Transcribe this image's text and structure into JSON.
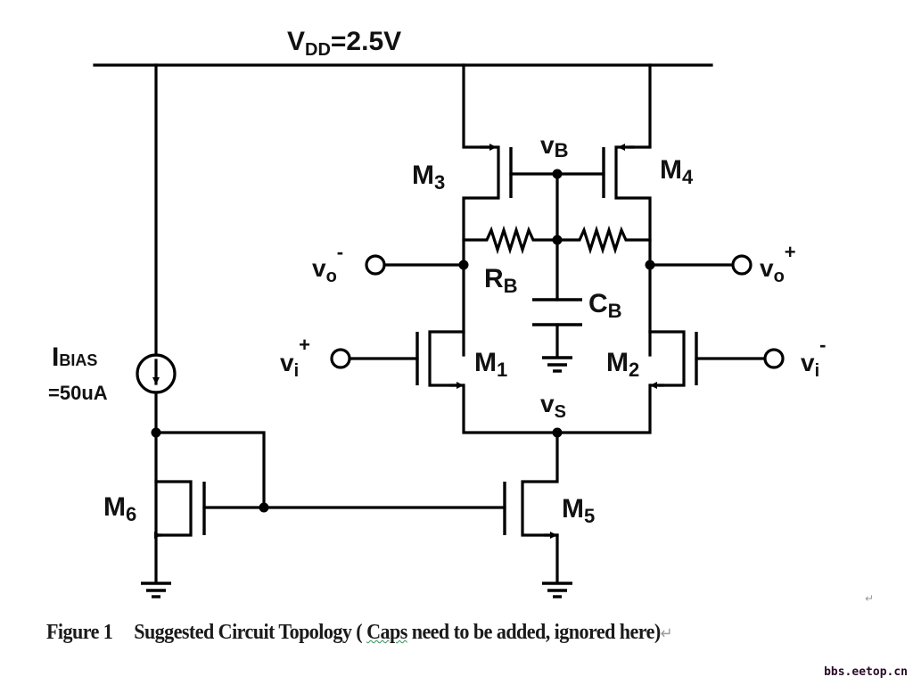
{
  "figure": {
    "caption_number": "Figure 1",
    "caption_text": "Suggested Circuit Topology",
    "caption_paren_open": " ( ",
    "caption_caps_word": "Caps",
    "caption_rest": " need to be added, ignored here)",
    "paragraph_mark": "↵",
    "watermark": "bbs.eetop.cn"
  },
  "supply": {
    "label_main": "V",
    "label_sub": "DD",
    "label_value": "=2.5V"
  },
  "bias": {
    "label_main": "I",
    "label_sub": "BIAS",
    "value": "=50uA"
  },
  "transistors": {
    "m1": {
      "main": "M",
      "sub": "1",
      "type": "NMOS"
    },
    "m2": {
      "main": "M",
      "sub": "2",
      "type": "NMOS"
    },
    "m3": {
      "main": "M",
      "sub": "3",
      "type": "PMOS"
    },
    "m4": {
      "main": "M",
      "sub": "4",
      "type": "PMOS"
    },
    "m5": {
      "main": "M",
      "sub": "5",
      "type": "NMOS"
    },
    "m6": {
      "main": "M",
      "sub": "6",
      "type": "NMOS"
    }
  },
  "nodes": {
    "vb": {
      "main": "v",
      "sub": "B"
    },
    "vs": {
      "main": "v",
      "sub": "S"
    },
    "vo_minus": {
      "main": "v",
      "sub": "o",
      "sup": "-"
    },
    "vo_plus": {
      "main": "v",
      "sub": "o",
      "sup": "+"
    },
    "vi_plus": {
      "main": "v",
      "sub": "i",
      "sup": "+"
    },
    "vi_minus": {
      "main": "v",
      "sub": "i",
      "sup": "-"
    }
  },
  "passives": {
    "rb": {
      "main": "R",
      "sub": "B"
    },
    "cb": {
      "main": "C",
      "sub": "B"
    }
  }
}
